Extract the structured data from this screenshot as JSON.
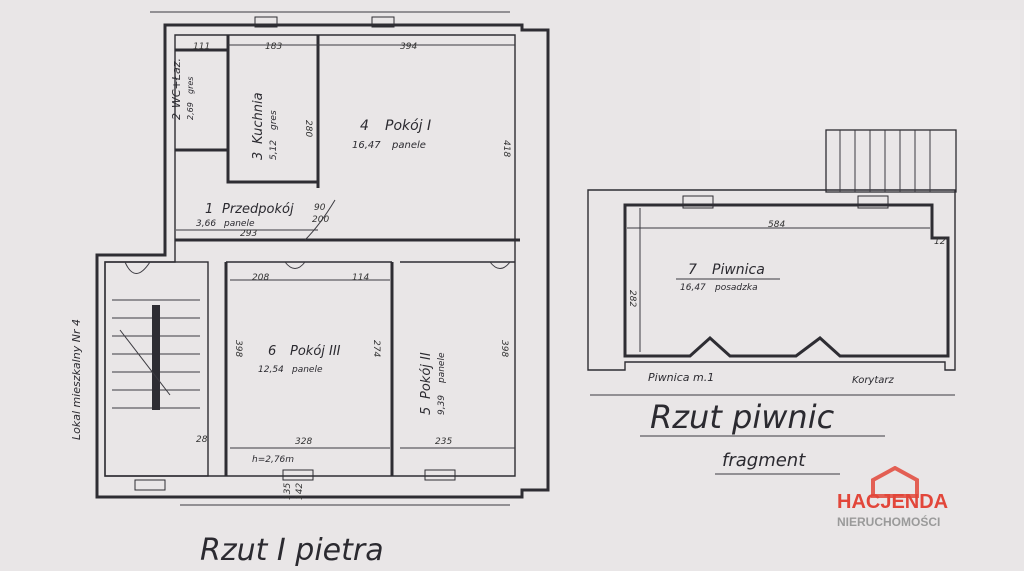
{
  "titles": {
    "first_floor": "Rzut I pietra",
    "basement": "Rzut piwnic",
    "basement_sub": "fragment"
  },
  "staircase_label": "Lokal mieszkalny Nr 4",
  "rooms": [
    {
      "no": "1",
      "name": "Przedpokój",
      "area": "3,66",
      "floor": "panele"
    },
    {
      "no": "2",
      "name": "WC+Łaz.",
      "area": "2,69",
      "floor": "gres"
    },
    {
      "no": "3",
      "name": "Kuchnia",
      "area": "5,12",
      "floor": "gres"
    },
    {
      "no": "4",
      "name": "Pokój I",
      "area": "16,47",
      "floor": "panele"
    },
    {
      "no": "5",
      "name": "Pokój II",
      "area": "9,39",
      "floor": "panele"
    },
    {
      "no": "6",
      "name": "Pokój III",
      "area": "12,54",
      "floor": "panele"
    },
    {
      "no": "7",
      "name": "Piwnica",
      "area": "16,47",
      "floor": "posadzka"
    }
  ],
  "height_note": "h=2,76m",
  "basement_labels": {
    "left": "Piwnica m.1",
    "right": "Korytarz"
  },
  "dimensions": {
    "d394": "394",
    "d183": "183",
    "d111": "111",
    "d418": "418",
    "d280": "280",
    "d293": "293",
    "d208": "208",
    "d114": "114",
    "d398a": "398",
    "d398b": "398",
    "d274": "274",
    "d328": "328",
    "d235": "235",
    "d584": "584",
    "d282": "282",
    "d135": "135",
    "d142": "142",
    "d90": "90",
    "d200": "200",
    "d12": "12",
    "d28": "28"
  },
  "logo": {
    "line1": "HACJENDA",
    "line2": "NIERUCHOMOŚCI",
    "accent": "#e2463a",
    "gray": "#9a9a9a"
  }
}
